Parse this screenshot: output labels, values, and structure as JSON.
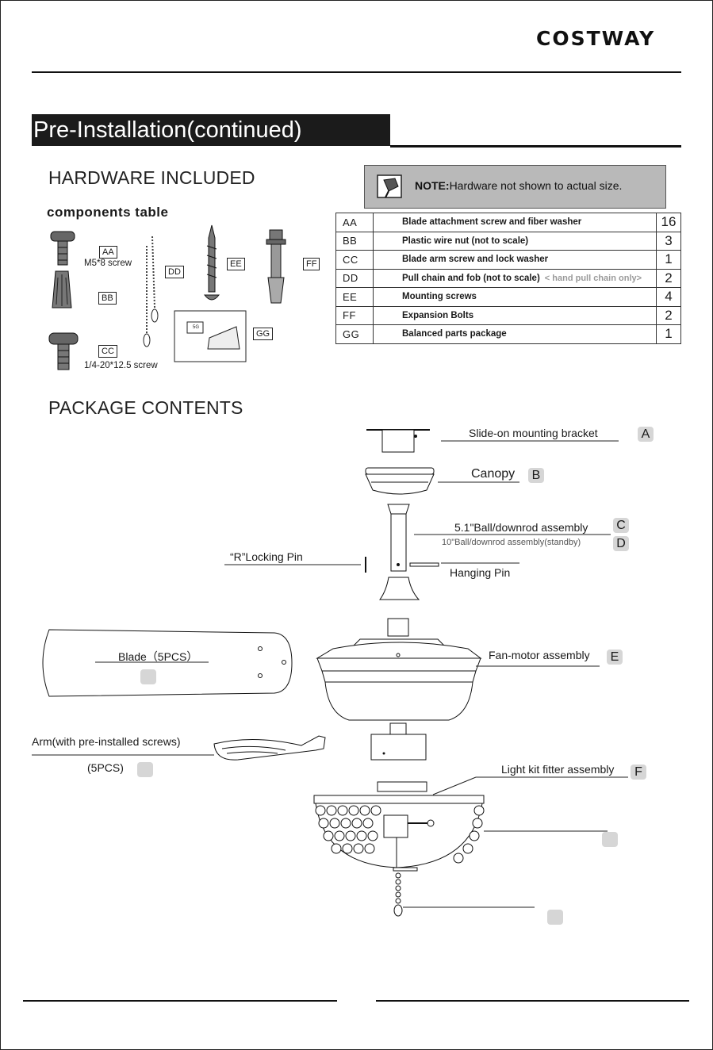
{
  "brand": "COSTWAY",
  "section_title": "Pre-Installation(continued)",
  "hardware": {
    "heading": "HARDWARE INCLUDED",
    "components_title": "components table",
    "note_label": "NOTE:",
    "note_text": "Hardware not shown to actual size.",
    "rows": [
      {
        "code": "AA",
        "desc": "Blade attachment screw and fiber washer",
        "extra": "",
        "qty": "16"
      },
      {
        "code": "BB",
        "desc": "Plastic wire nut (not to scale)",
        "extra": "",
        "qty": "3"
      },
      {
        "code": "CC",
        "desc": "Blade arm screw and lock washer",
        "extra": "",
        "qty": "1"
      },
      {
        "code": "DD",
        "desc": "Pull chain and fob (not to scale)",
        "extra": "< hand pull chain only>",
        "qty": "2"
      },
      {
        "code": "EE",
        "desc": "Mounting screws",
        "extra": "",
        "qty": "4"
      },
      {
        "code": "FF",
        "desc": "Expansion Bolts",
        "extra": "",
        "qty": "2"
      },
      {
        "code": "GG",
        "desc": "Balanced parts package",
        "extra": "",
        "qty": "1"
      }
    ],
    "tags": {
      "aa": "AA",
      "bb": "BB",
      "cc": "CC",
      "dd": "DD",
      "ee": "EE",
      "ff": "FF",
      "gg": "GG"
    },
    "aa_caption": "M5*8 screw",
    "cc_caption": "1/4-20*12.5 screw",
    "gg_inner": "5G"
  },
  "package": {
    "heading": "PACKAGE CONTENTS",
    "bracket_label": "Slide-on  mounting  bracket",
    "bracket_letter": "A",
    "canopy_label": "Canopy",
    "canopy_letter": "B",
    "downrod_label": "5.1\"Ball/downrod assembly",
    "downrod_letter": "C",
    "downrod_standby_label": "10\"Ball/downrod assembly(standby)",
    "downrod_standby_letter": "D",
    "locking_pin_label": "“R”Locking Pin",
    "hanging_pin_label": "Hanging Pin",
    "blade_label": "Blade（5PCS）",
    "fan_motor_label": "Fan-motor assembly",
    "fan_motor_letter": "E",
    "arm_label": "Arm(with pre-installed screws)",
    "arm_count": "(5PCS)",
    "light_kit_label": "Light kit fitter assembly",
    "light_kit_letter": "F"
  },
  "colors": {
    "accent_box": "#d6d6d6",
    "note_bg": "#b9b9b9",
    "title_bg": "#1b1b1b"
  }
}
